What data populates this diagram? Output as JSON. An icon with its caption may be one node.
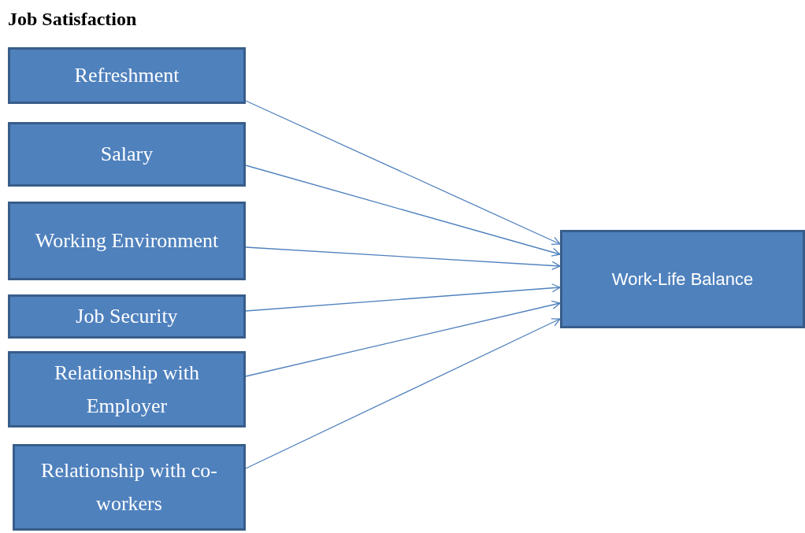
{
  "diagram": {
    "title": "Job Satisfaction",
    "nodes": [
      {
        "text": [
          "Refreshment"
        ]
      },
      {
        "text": [
          "Salary"
        ]
      },
      {
        "text": [
          "Working Environment"
        ]
      },
      {
        "text": [
          "Job Security"
        ]
      },
      {
        "text": [
          "Relationship with Employer"
        ]
      },
      {
        "text": [
          "Relationship with co-workers"
        ]
      },
      {
        "text": [
          "Work-Life Balance"
        ]
      }
    ],
    "edges": [
      {
        "from": 0,
        "to": 6,
        "arrow": "to"
      },
      {
        "from": 1,
        "to": 6,
        "arrow": "to"
      },
      {
        "from": 2,
        "to": 6,
        "arrow": "to"
      },
      {
        "from": 3,
        "to": 6,
        "arrow": "to"
      },
      {
        "from": 4,
        "to": 6,
        "arrow": "to"
      },
      {
        "from": 5,
        "to": 6,
        "arrow": "to"
      }
    ]
  }
}
